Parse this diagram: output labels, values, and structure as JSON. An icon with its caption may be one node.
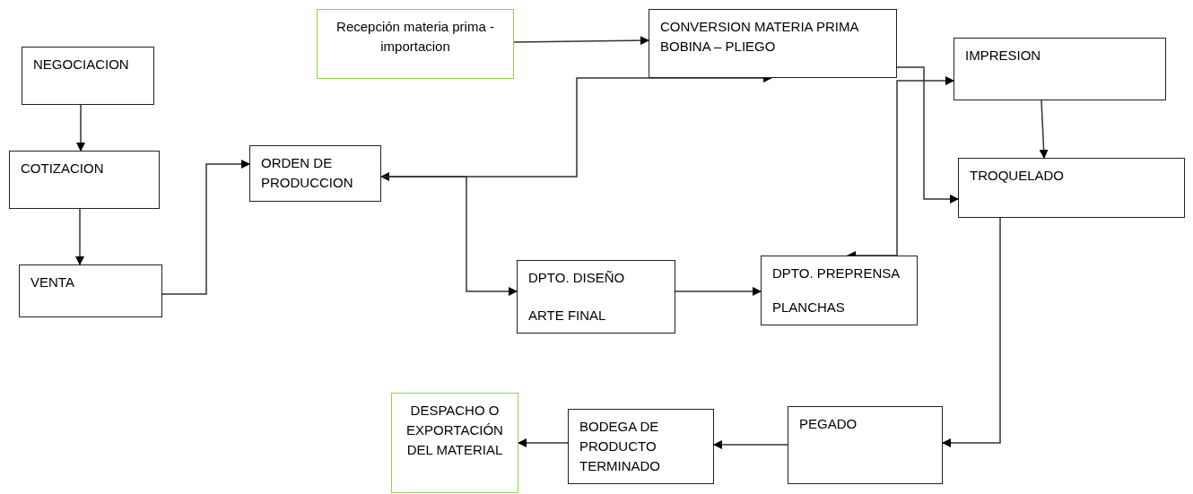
{
  "diagram": {
    "nodes": [
      {
        "text": [
          "NEGOCIACION"
        ]
      },
      {
        "text": [
          "Recepción materia prima - importacion"
        ]
      },
      {
        "text": [
          "CONVERSION MATERIA PRIMA BOBINA – PLIEGO"
        ]
      },
      {
        "text": [
          "IMPRESION"
        ]
      },
      {
        "text": [
          "COTIZACION"
        ]
      },
      {
        "text": [
          "ORDEN DE PRODUCCION"
        ]
      },
      {
        "text": [
          "TROQUELADO"
        ]
      },
      {
        "text": [
          "VENTA"
        ]
      },
      {
        "text": [
          "DPTO. DISEÑO",
          "ARTE FINAL"
        ]
      },
      {
        "text": [
          "DPTO. PREPRENSA",
          "PLANCHAS"
        ]
      },
      {
        "text": [
          "DESPACHO O EXPORTACIÓN DEL MATERIAL"
        ]
      },
      {
        "text": [
          "BODEGA DE PRODUCTO TERMINADO"
        ]
      },
      {
        "text": [
          "PEGADO"
        ]
      }
    ],
    "edges": [
      {
        "from": 0,
        "to": 4,
        "arrow": "to"
      },
      {
        "from": 4,
        "to": 7,
        "arrow": "to"
      },
      {
        "from": 7,
        "to": 5,
        "arrow": "to"
      },
      {
        "from": 1,
        "to": 2,
        "arrow": "to"
      },
      {
        "from": 5,
        "to": 2,
        "arrow": "both"
      },
      {
        "from": 5,
        "to": 8,
        "arrow": "to"
      },
      {
        "from": 8,
        "to": 9,
        "arrow": "to"
      },
      {
        "from": 9,
        "to": 3,
        "arrow": "both"
      },
      {
        "from": 2,
        "to": 6,
        "arrow": "to"
      },
      {
        "from": 3,
        "to": 6,
        "arrow": "to"
      },
      {
        "from": 6,
        "to": 12,
        "arrow": "to"
      },
      {
        "from": 12,
        "to": 11,
        "arrow": "to"
      },
      {
        "from": 11,
        "to": 10,
        "arrow": "to"
      }
    ]
  }
}
